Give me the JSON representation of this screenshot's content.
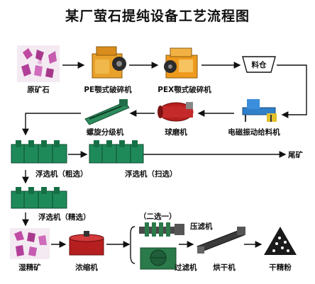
{
  "title": "某厂萤石提纯设备工艺流程图",
  "nodes": {
    "raw_ore": "原矿石",
    "pe_jaw_crusher": "PE颚式破碎机",
    "pex_jaw_crusher": "PEX颚式破碎机",
    "silo": "料仓",
    "vibrating_feeder": "电磁振动给料机",
    "ball_mill": "球磨机",
    "spiral_classifier": "螺旋分级机",
    "flotation_rough": "浮选机（粗选）",
    "flotation_scavenge": "浮选机（扫选）",
    "tailings": "尾矿",
    "flotation_clean": "浮选机（精选）",
    "wet_concentrate": "湿精矿",
    "thickener": "浓缩机",
    "choice_note": "（二选一）",
    "filter_press": "压滤机",
    "filter": "过滤机",
    "dryer": "烘干机",
    "dry_concentrate": "干精粉"
  },
  "colors": {
    "ore": "#c14aa3",
    "crusher": "#e8a12a",
    "flotation": "#1e8a5a",
    "arrow": "#111111",
    "thickener": "#b61f1f"
  }
}
